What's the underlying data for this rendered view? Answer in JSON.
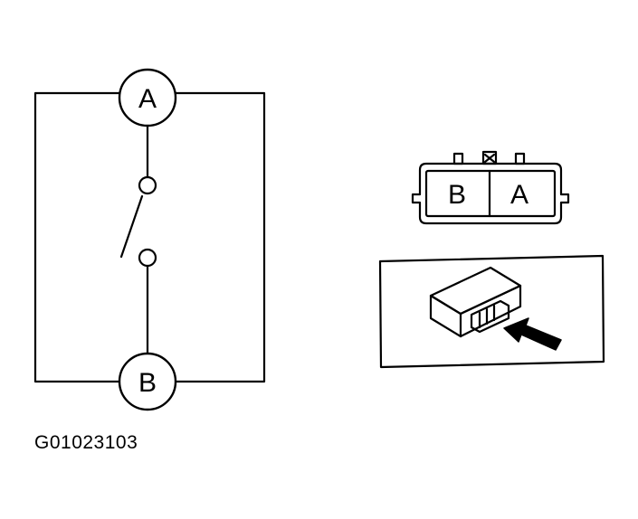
{
  "schematic": {
    "terminal_top": "A",
    "terminal_bottom": "B"
  },
  "connector": {
    "cavity_left": "B",
    "cavity_right": "A"
  },
  "caption": "G01023103"
}
